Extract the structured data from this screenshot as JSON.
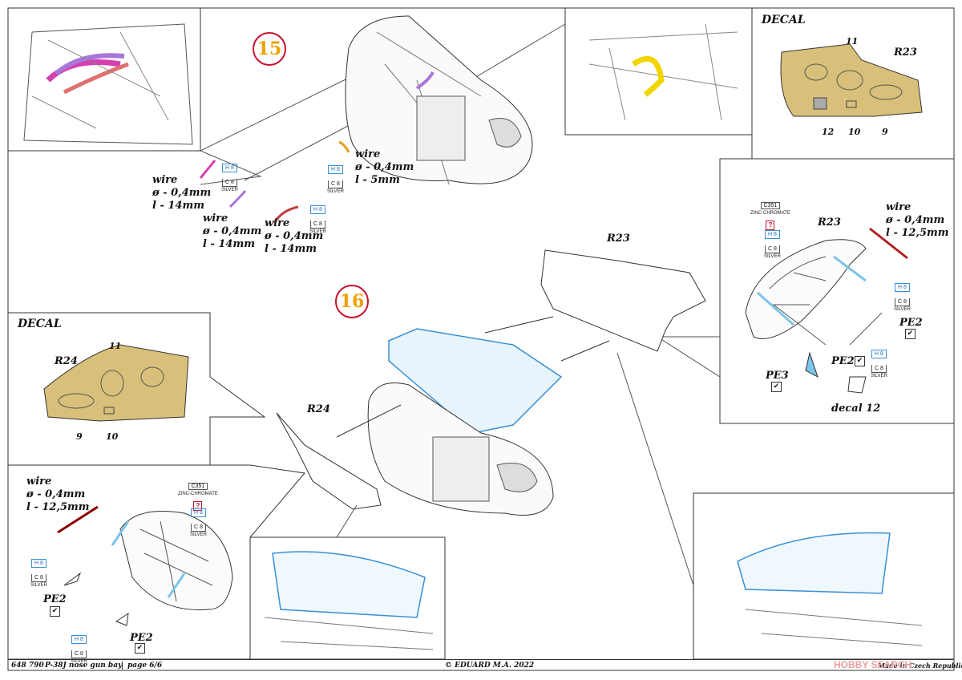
{
  "steps": {
    "step15": "15",
    "step16": "16"
  },
  "decal_top": {
    "title": "DECAL",
    "part": "R23",
    "n11": "11",
    "n12": "12",
    "n10": "10",
    "n9": "9"
  },
  "decal_left": {
    "title": "DECAL",
    "part": "R24",
    "n11": "11",
    "n9": "9",
    "n10": "10"
  },
  "wires": {
    "w1": {
      "t": "wire",
      "d": "ø - 0,4mm",
      "l": "l - 14mm"
    },
    "w2": {
      "t": "wire",
      "d": "ø - 0,4mm",
      "l": "l - 14mm"
    },
    "w3": {
      "t": "wire",
      "d": "ø - 0,4mm",
      "l": "l - 14mm"
    },
    "w4": {
      "t": "wire",
      "d": "ø - 0,4mm",
      "l": "l - 5mm"
    },
    "w5": {
      "t": "wire",
      "d": "ø - 0,4mm",
      "l": "l - 12,5mm"
    },
    "w6": {
      "t": "wire",
      "d": "ø - 0,4mm",
      "l": "l - 12,5mm"
    }
  },
  "paint": {
    "h8": "H 8",
    "c8": "C 8",
    "silver": "SILVER",
    "c351": "C351",
    "zinc": "ZINC-CHROMATE",
    "q": "?"
  },
  "parts": {
    "r23a": "R23",
    "r23b": "R23",
    "r24": "R24",
    "pe2": "PE2",
    "pe3": "PE3",
    "decal12": "decal 12",
    "check": "✔"
  },
  "footer": {
    "code": "648 790",
    "title": "P-38J nose gun bay",
    "page": "page 6/6",
    "copy": "© EDUARD   M.A. 2022",
    "made": "Made in Czech Republic"
  },
  "watermark": "HOBBY SEARCH",
  "colors": {
    "tan": "#d9c07a",
    "blue": "#7cc4ea",
    "magenta": "#d63fb0",
    "purple": "#a877d8",
    "red": "#b22222",
    "yellow": "#f2d500",
    "orange": "#e8a020"
  }
}
